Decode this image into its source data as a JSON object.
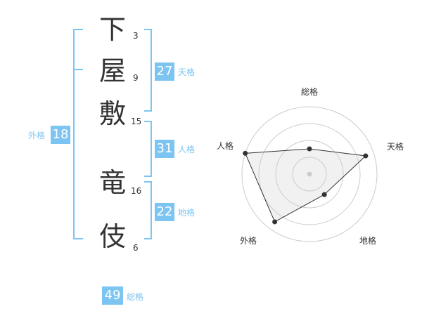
{
  "name": {
    "chars": [
      {
        "char": "下",
        "strokes": "3"
      },
      {
        "char": "屋",
        "strokes": "9"
      },
      {
        "char": "敷",
        "strokes": "15"
      },
      {
        "char": "竜",
        "strokes": "16"
      },
      {
        "char": "伎",
        "strokes": "6"
      }
    ]
  },
  "fortunes": {
    "tenkaku": {
      "value": "27",
      "label": "天格"
    },
    "jinkaku": {
      "value": "31",
      "label": "人格"
    },
    "chikaku": {
      "value": "22",
      "label": "地格"
    },
    "gaikaku": {
      "value": "18",
      "label": "外格"
    },
    "soukaku": {
      "value": "49",
      "label": "総格"
    }
  },
  "colors": {
    "accent": "#7cc4f2",
    "text": "#333333",
    "grid": "#cccccc"
  },
  "radar": {
    "axes": [
      "総格",
      "天格",
      "地格",
      "外格",
      "人格"
    ],
    "max": 4,
    "levels": 4,
    "values": [
      1.5,
      3.5,
      1.5,
      3.5,
      4.0
    ]
  }
}
